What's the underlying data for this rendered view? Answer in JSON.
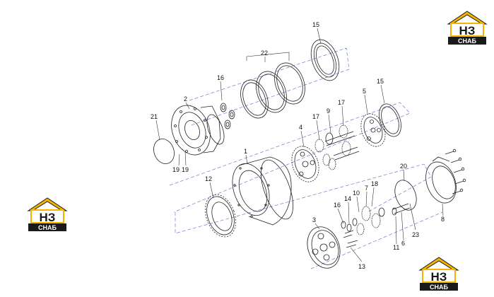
{
  "callouts": [
    {
      "id": "c15a",
      "text": "15"
    },
    {
      "id": "c22",
      "text": "22"
    },
    {
      "id": "c16a",
      "text": "16"
    },
    {
      "id": "c2",
      "text": "2"
    },
    {
      "id": "c21",
      "text": "21"
    },
    {
      "id": "c19a",
      "text": "19"
    },
    {
      "id": "c19b",
      "text": "19"
    },
    {
      "id": "c1",
      "text": "1"
    },
    {
      "id": "c12",
      "text": "12"
    },
    {
      "id": "c4",
      "text": "4"
    },
    {
      "id": "c17a",
      "text": "17"
    },
    {
      "id": "c9",
      "text": "9"
    },
    {
      "id": "c17b",
      "text": "17"
    },
    {
      "id": "c5",
      "text": "5"
    },
    {
      "id": "c15b",
      "text": "15"
    },
    {
      "id": "c20",
      "text": "20"
    },
    {
      "id": "c18",
      "text": "18"
    },
    {
      "id": "c7",
      "text": "7"
    },
    {
      "id": "c10",
      "text": "10"
    },
    {
      "id": "c14",
      "text": "14"
    },
    {
      "id": "c16b",
      "text": "16"
    },
    {
      "id": "c3",
      "text": "3"
    },
    {
      "id": "c11",
      "text": "11"
    },
    {
      "id": "c6",
      "text": "6"
    },
    {
      "id": "c23",
      "text": "23"
    },
    {
      "id": "c8",
      "text": "8"
    },
    {
      "id": "c13",
      "text": "13"
    }
  ],
  "logo": {
    "mark": "НЗ",
    "caption": "СНАБ",
    "color_gold": "#f4b400",
    "color_dark": "#1a1a1a"
  }
}
